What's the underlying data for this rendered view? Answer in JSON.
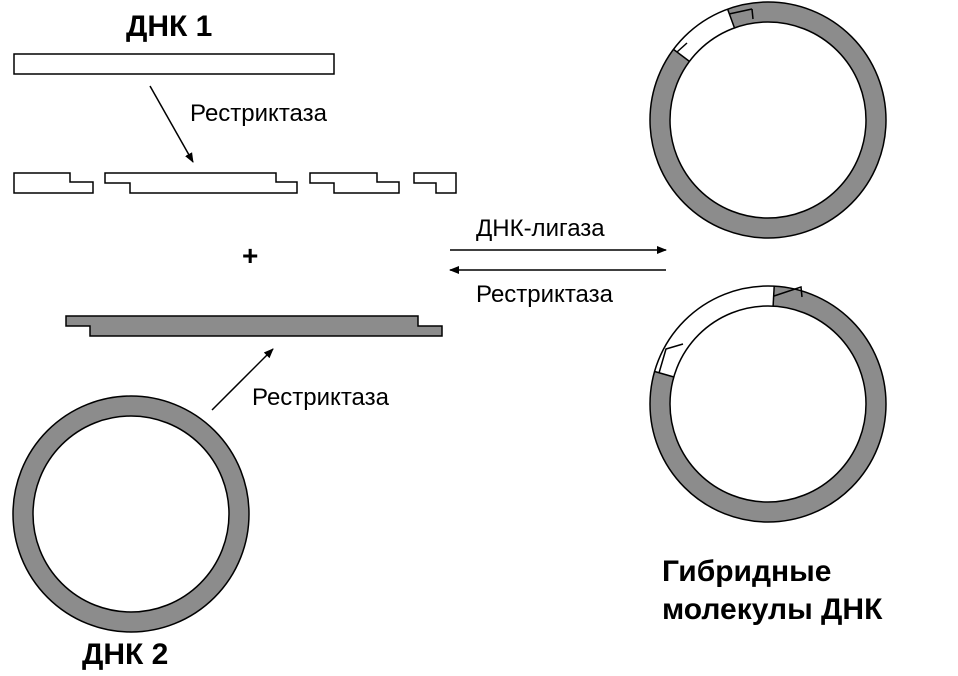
{
  "title_dna1": "ДНК 1",
  "title_dna2": "ДНК 2",
  "restriction_label_top": "Рестриктаза",
  "restriction_label_bottom": "Рестриктаза",
  "ligase_label": "ДНК-лигаза",
  "reverse_restriction_label": "Рестриктаза",
  "plus_sign": "+",
  "hybrid_label_line1": "Гибридные",
  "hybrid_label_line2": "молекулы ДНК",
  "colors": {
    "dna2_fill": "#8c8c8c",
    "dna1_fill": "#ffffff",
    "stroke": "#000000"
  }
}
